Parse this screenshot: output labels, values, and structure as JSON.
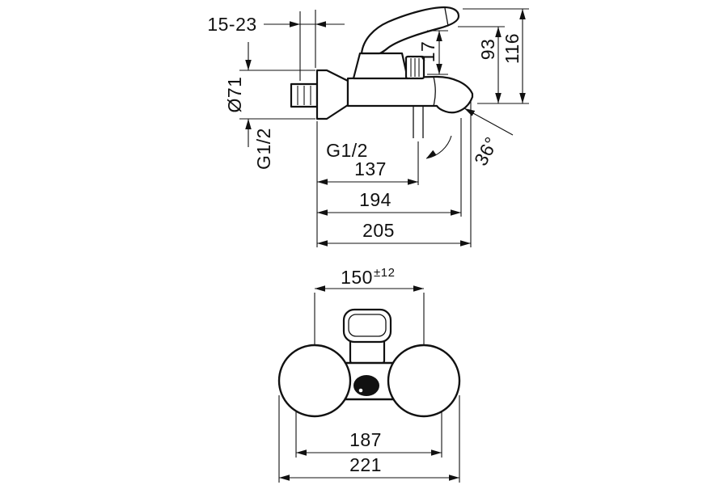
{
  "page": {
    "background_color": "#ffffff",
    "line_color": "#111111",
    "description": "Technical dimension drawing of a single-lever wall-mounted bath mixer tap, side view above and front view below"
  },
  "side_view": {
    "dims": {
      "wall_distance": "15-23",
      "escutcheon_diameter": "Ø71",
      "wall_thread": "G1/2",
      "outlet_thread": "G1/2",
      "riser_offset": "17",
      "spout_height": "93",
      "overall_height": "116",
      "spout_angle": "36°",
      "outlet_projection": "137",
      "spout_projection": "194",
      "overall_projection": "205"
    }
  },
  "front_view": {
    "dims": {
      "connection_centers": "150",
      "connection_tolerance": "±12",
      "union_width": "187",
      "overall_width": "221"
    }
  }
}
